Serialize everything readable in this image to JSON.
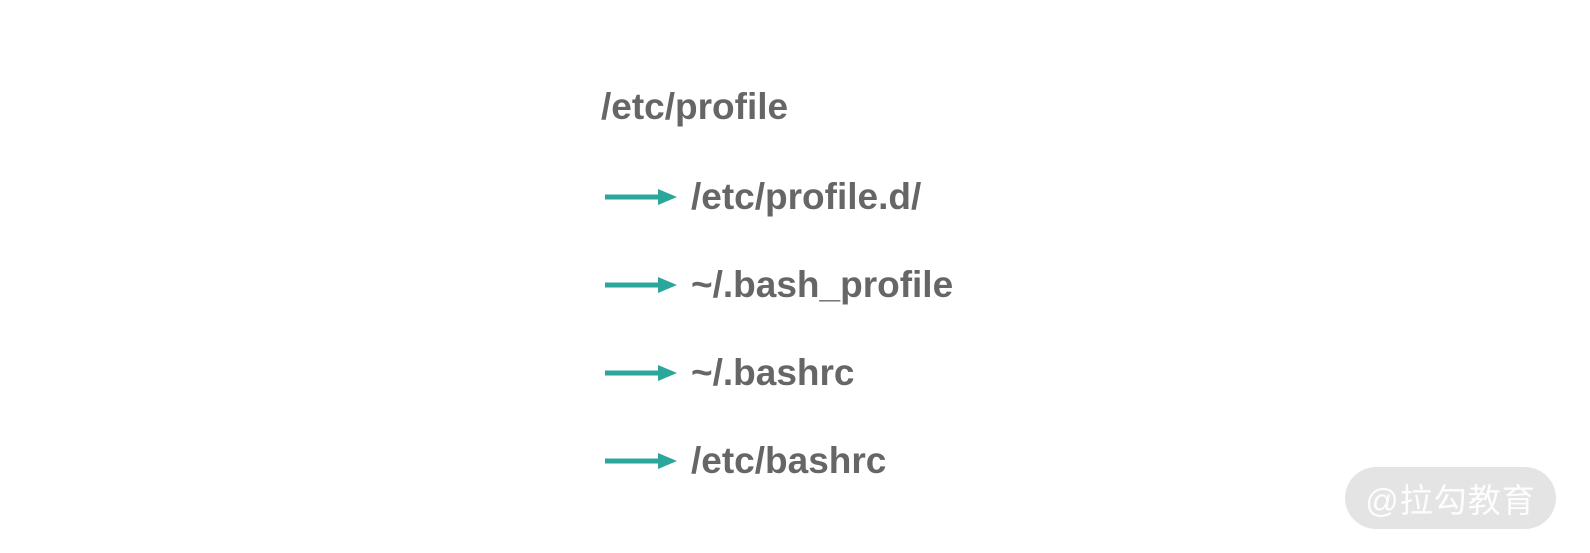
{
  "diagram": {
    "root": "/etc/profile",
    "items": [
      {
        "label": "/etc/profile.d/"
      },
      {
        "label": "~/.bash_profile"
      },
      {
        "label": "~/.bashrc"
      },
      {
        "label": "/etc/bashrc"
      }
    ]
  },
  "watermark": {
    "label": "@拉勾教育"
  },
  "colors": {
    "text": "#666666",
    "arrow": "#2aa79a",
    "watermark_bg": "#e4e4e4",
    "watermark_text": "#fdfdfd"
  }
}
